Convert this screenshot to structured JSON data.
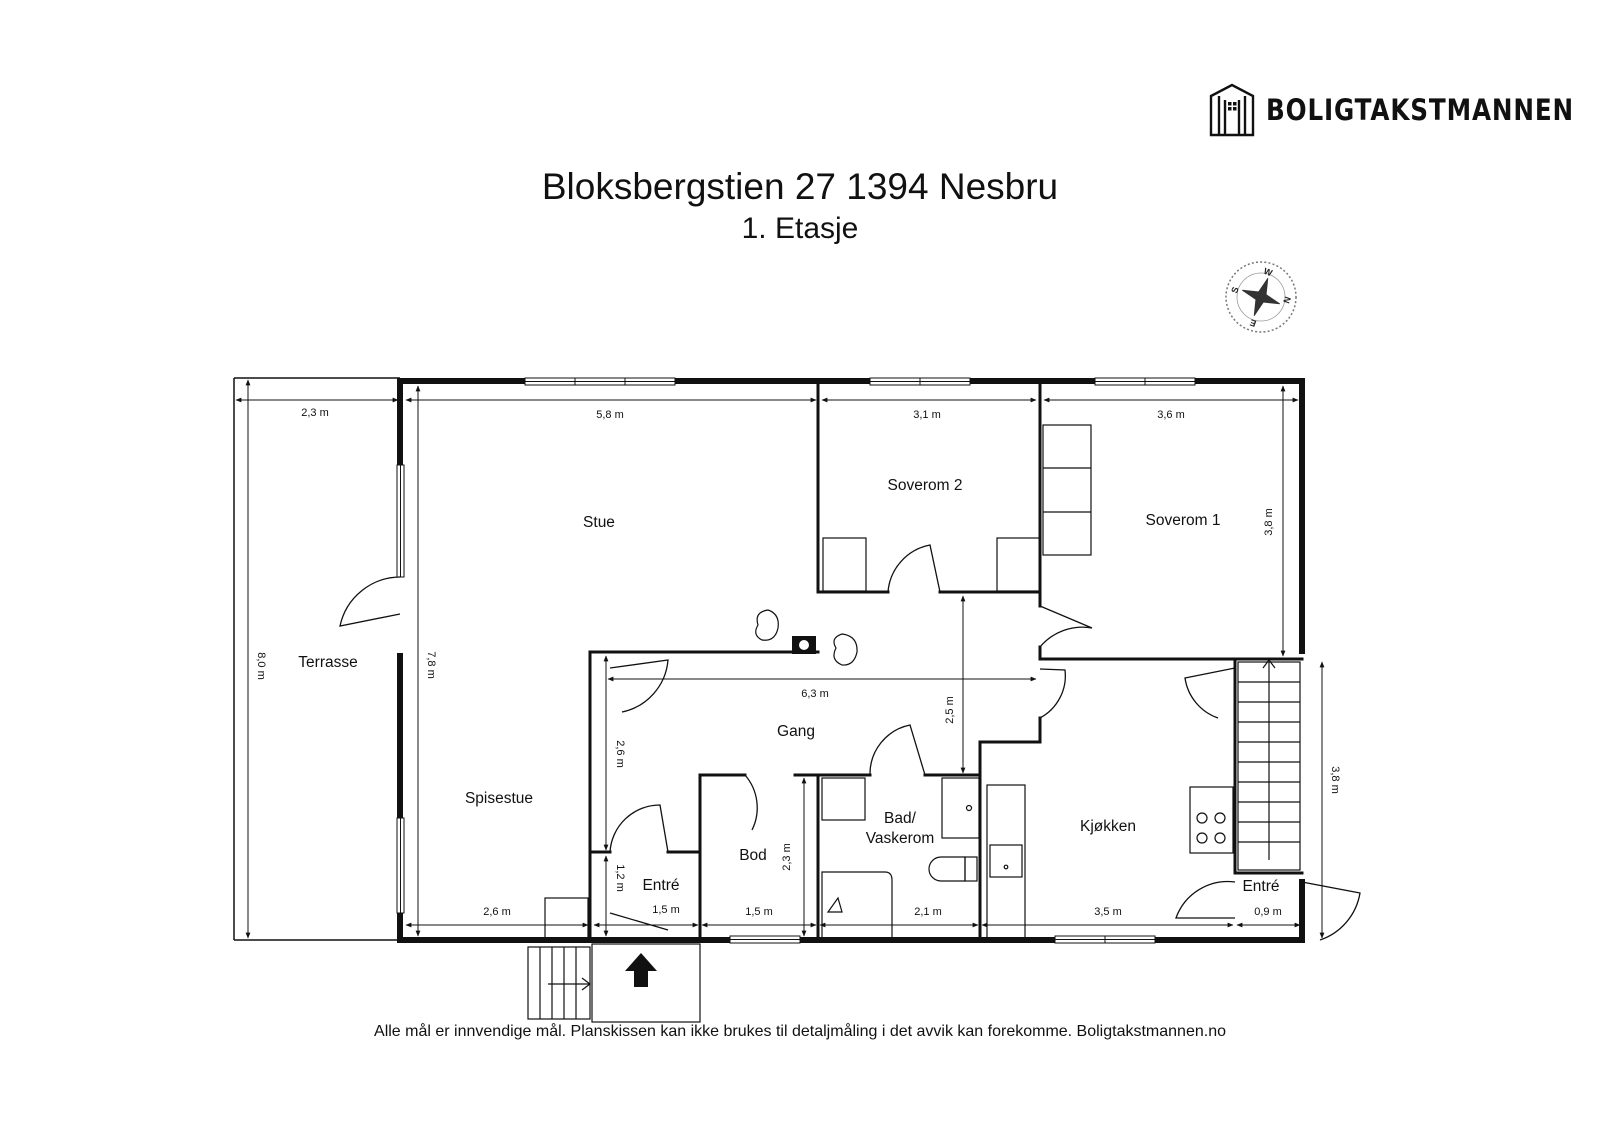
{
  "brand": {
    "name": "BOLIGTAKSTMANNEN"
  },
  "title": "Bloksbergstien 27 1394 Nesbru",
  "subtitle": "1. Etasje",
  "footer": "Alle mål er innvendige mål. Planskissen kan ikke brukes til detaljmåling i det avvik kan forekomme. Boligtakstmannen.no",
  "compass": {
    "w": "W",
    "s": "S",
    "n": "N",
    "e": "E"
  },
  "rooms": {
    "terrasse": "Terrasse",
    "stue": "Stue",
    "soverom2": "Soverom 2",
    "soverom1": "Soverom 1",
    "gang": "Gang",
    "spisestue": "Spisestue",
    "bod": "Bod",
    "bad_line1": "Bad/",
    "bad_line2": "Vaskerom",
    "kjokken": "Kjøkken",
    "entre_left": "Entré",
    "entre_right": "Entré"
  },
  "dims": {
    "terrasse_w": "2,3 m",
    "terrasse_h": "8,0 m",
    "stue_w": "5,8 m",
    "stue_h": "7,8 m",
    "sov2_w": "3,1 m",
    "sov1_w": "3,6 m",
    "sov1_h": "3,8 m",
    "gang_w": "6,3 m",
    "gang_h": "2,6 m",
    "gang_v": "2,5 m",
    "spise_w": "2,6 m",
    "entre_h": "1,2 m",
    "entre_w": "1,5 m",
    "bod_w": "1,5 m",
    "bod_h": "2,3 m",
    "bad_w": "2,1 m",
    "kjokken_w": "3,5 m",
    "entre2_w": "0,9 m",
    "right_h": "3,8 m"
  }
}
